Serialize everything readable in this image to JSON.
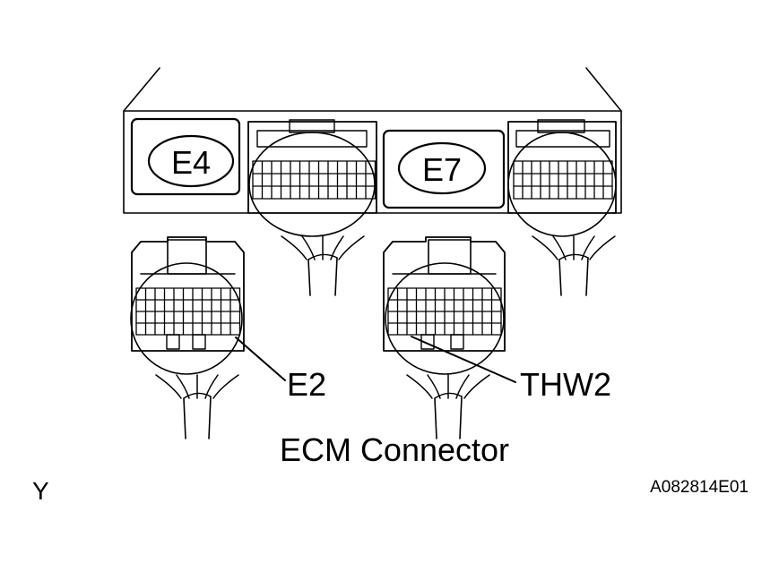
{
  "diagram": {
    "connectors": {
      "e4": "E4",
      "e7": "E7"
    },
    "terminals": {
      "e2": "E2",
      "thw2": "THW2"
    },
    "caption": "ECM Connector",
    "corner_letter": "Y",
    "figure_code": "A082814E01",
    "colors": {
      "ink": "#000000",
      "background": "#ffffff"
    }
  }
}
